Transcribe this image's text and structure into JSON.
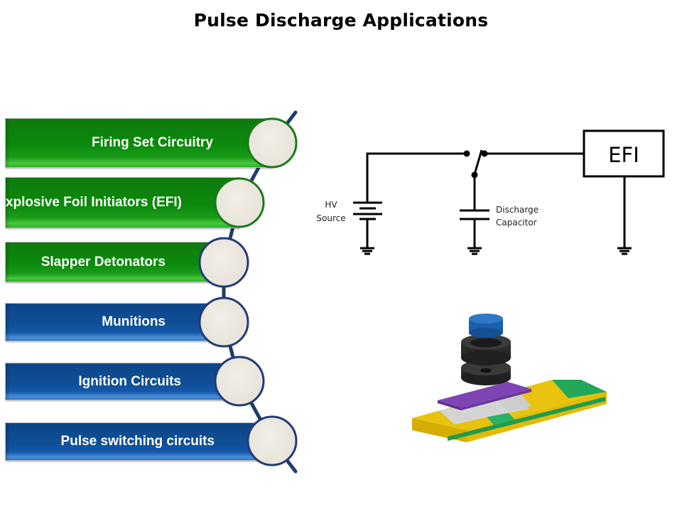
{
  "page": {
    "title": "Pulse Discharge Applications"
  },
  "applications": [
    {
      "label": "Firing Set Circuitry",
      "color": "green"
    },
    {
      "label": "Explosive Foil Initiators (EFI)",
      "color": "green"
    },
    {
      "label": "Slapper Detonators",
      "color": "green"
    },
    {
      "label": "Munitions",
      "color": "blue"
    },
    {
      "label": "Ignition Circuits",
      "color": "blue"
    },
    {
      "label": "Pulse switching circuits",
      "color": "blue"
    }
  ],
  "colors": {
    "green": "#0b8a0b",
    "green_circle_border": "#1a7a1a",
    "blue": "#0f4f98",
    "navy_circle_border": "#243b78",
    "circle_fill": "#ece9e1",
    "spine": "#1c3c70"
  },
  "circuit": {
    "source_label_line1": "HV",
    "source_label_line2": "Source",
    "capacitor_label_line1": "Discharge",
    "capacitor_label_line2": "Capacitor",
    "load_label": "EFI",
    "components": [
      "hv-source-battery",
      "switch",
      "discharge-capacitor",
      "efi-load",
      "ground"
    ]
  },
  "illustration": {
    "description": "3D exploded view of EFI / slapper detonator assembly",
    "parts": [
      "blue-cap",
      "black-barrel",
      "black-washer",
      "purple-flyer-plate",
      "gray-foil-bridge",
      "yellow-substrate",
      "green-conductor"
    ]
  }
}
